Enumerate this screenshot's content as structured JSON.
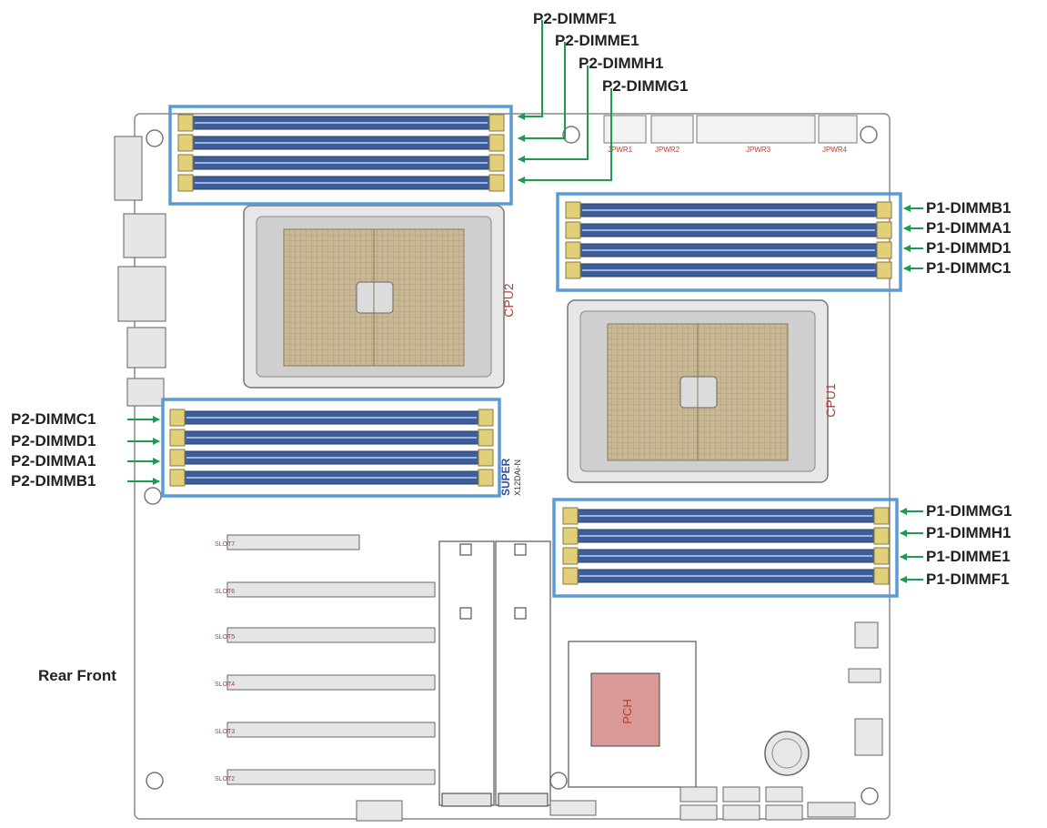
{
  "colors": {
    "highlight": "#5b9bd5",
    "arrow": "#1e9b4f",
    "label": "#222222",
    "silk": "#c0392b",
    "dimm_blue": "#3e5e9b",
    "dimm_latch": "#e2cf7a",
    "cpu_core": "#c9b896"
  },
  "labels": {
    "top": [
      "P2-DIMMF1",
      "P2-DIMME1",
      "P2-DIMMH1",
      "P2-DIMMG1"
    ],
    "right_upper": [
      "P1-DIMMB1",
      "P1-DIMMA1",
      "P1-DIMMD1",
      "P1-DIMMC1"
    ],
    "left": [
      "P2-DIMMC1",
      "P2-DIMMD1",
      "P2-DIMMA1",
      "P2-DIMMB1"
    ],
    "right_lower": [
      "P1-DIMMG1",
      "P1-DIMMH1",
      "P1-DIMME1",
      "P1-DIMMF1"
    ],
    "rear_front": "Rear Front"
  },
  "board": {
    "cpu1": "CPU1",
    "cpu2": "CPU2",
    "pch": "PCH",
    "brand": "SUPER",
    "model": "X12DAi-N",
    "power_headers": [
      "JPWR1",
      "JPWR2",
      "JPWR3",
      "JPWR4"
    ],
    "slot_labels": [
      "SLOT7",
      "SLOT6",
      "SLOT5",
      "SLOT4",
      "SLOT3",
      "SLOT2"
    ]
  }
}
